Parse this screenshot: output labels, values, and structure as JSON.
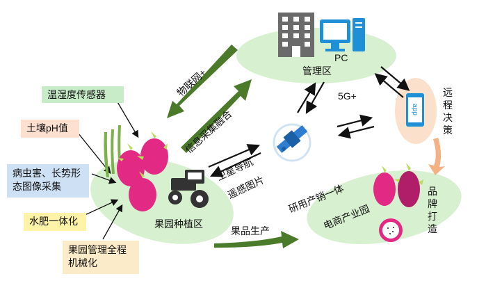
{
  "regions": {
    "management": "管理区",
    "orchard": "果园种植区",
    "ecommerce": "电商产业园"
  },
  "labels": {
    "pc": "PC",
    "fiveg": "5G+",
    "iot": "物联网+",
    "info_fusion": "信息采集融合",
    "sat_nav": "卫星导航",
    "remote_img": "遥感图片",
    "rd_prod_sales": "研用产销一体",
    "fruit_prod": "果品生产",
    "remote_decision": "远程决策",
    "brand": "品牌打造",
    "app": "app"
  },
  "sensor_boxes": [
    {
      "id": "temp",
      "text": "温湿度传感器",
      "color": "#c8ecc8"
    },
    {
      "id": "ph",
      "text": "土壤pH值",
      "color": "#fde0d0"
    },
    {
      "id": "pest",
      "text": "病虫害、长势形态图像采集",
      "color": "#cde0f4"
    },
    {
      "id": "water",
      "text": "水肥一体化",
      "color": "#fff3a8"
    },
    {
      "id": "mech",
      "text": "果园管理全程机械化",
      "color": "#fcebc8"
    }
  ],
  "colors": {
    "region_green": "#d7f0cf",
    "arrow_green": "#4a7a2a",
    "phone_bg": "#fbe0cc",
    "orange_arrow": "#f4b183",
    "pc_blue": "#1f8fd6",
    "building_gray": "#6b6b6b"
  },
  "icons": [
    "building-icon",
    "pc-icon",
    "satellite-icon",
    "tractor-icon",
    "phone-icon",
    "dragon-fruit-icon",
    "sprout-icon"
  ]
}
